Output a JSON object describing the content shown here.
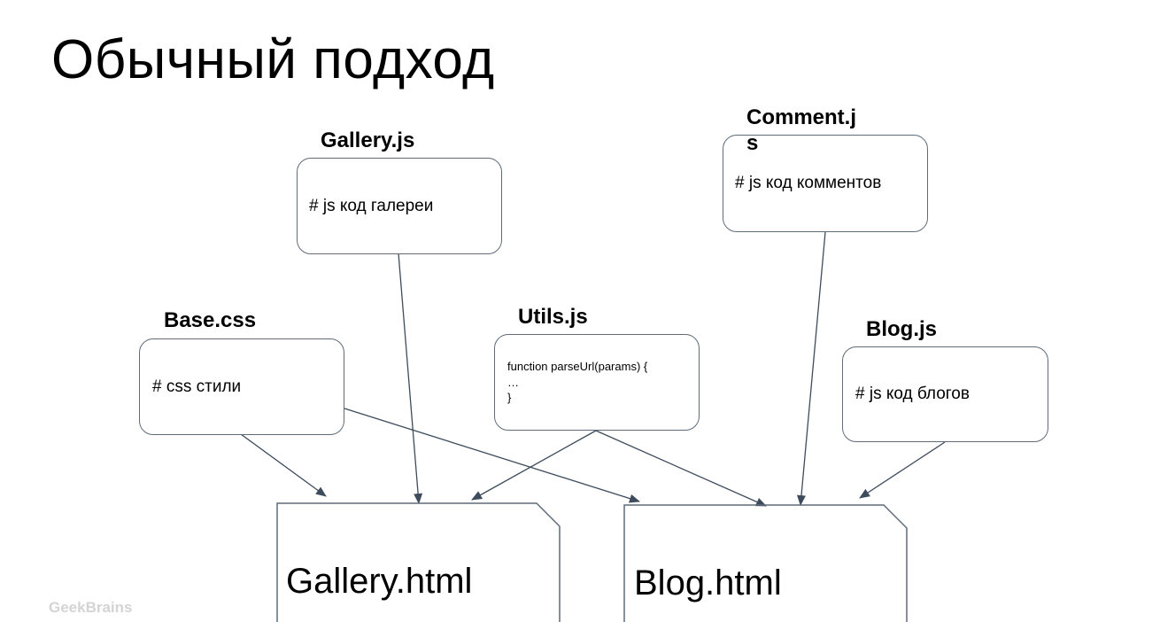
{
  "slide": {
    "title": "Обычный подход",
    "brand": "GeekBrains"
  },
  "sources": {
    "gallery_js": {
      "label": "Gallery.js",
      "content": "# js код галереи"
    },
    "comment_js": {
      "label": "Comment.j\ns",
      "content": "# js код комментов"
    },
    "base_css": {
      "label": "Base.css",
      "content": "# css стили"
    },
    "utils_js": {
      "label": "Utils.js",
      "content": "function parseUrl(params) {\n…\n}"
    },
    "blog_js": {
      "label": "Blog.js",
      "content": "# js код блогов"
    }
  },
  "pages": {
    "gallery_html": {
      "label": "Gallery.html"
    },
    "blog_html": {
      "label": "Blog.html"
    }
  },
  "colors": {
    "border": "#5f6b7a",
    "arrow": "#3d4b5c",
    "brand": "#d4d4d4"
  }
}
